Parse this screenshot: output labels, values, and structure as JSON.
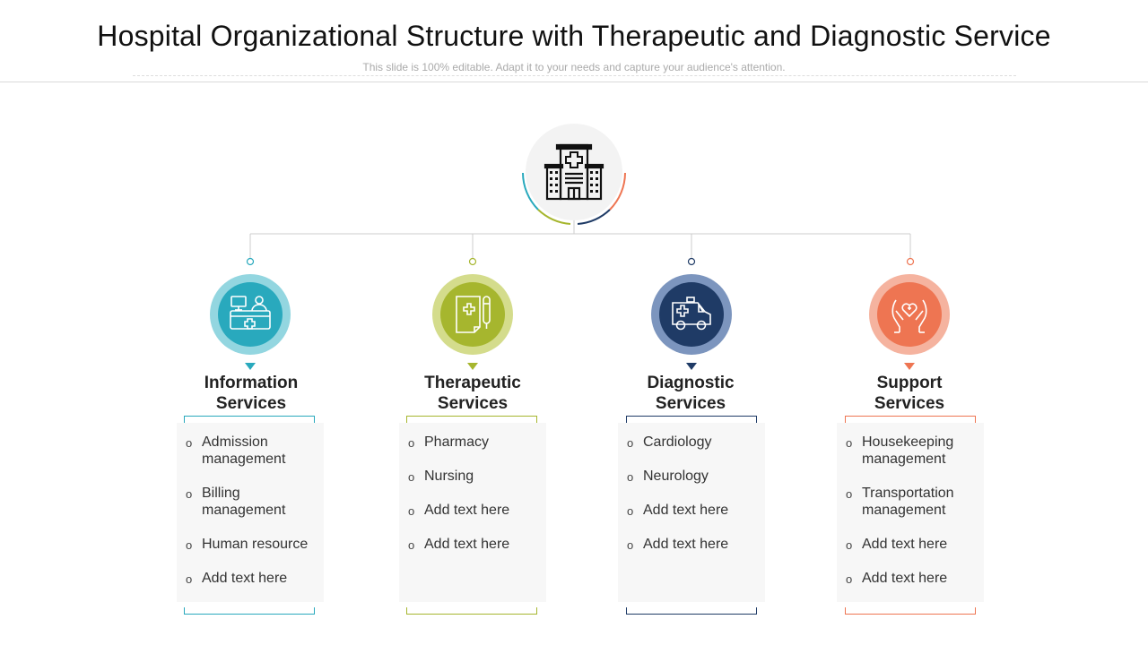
{
  "header": {
    "title": "Hospital Organizational Structure with Therapeutic and Diagnostic Service",
    "subtitle": "This slide is 100% editable. Adapt it to your needs and capture your audience's attention."
  },
  "hub": {
    "icon": "hospital-building-icon"
  },
  "branches": [
    {
      "title_line1": "Information",
      "title_line2": "Services",
      "icon": "reception-desk-icon",
      "color": "#29a9bd",
      "halo_color": "#93d6e0",
      "items": [
        "Admission management",
        "Billing management",
        "Human resource",
        "Add text here"
      ]
    },
    {
      "title_line1": "Therapeutic",
      "title_line2": "Services",
      "icon": "medical-report-icon",
      "color": "#a6b62e",
      "halo_color": "#d4dc8c",
      "items": [
        "Pharmacy",
        "Nursing",
        "Add text here",
        "Add text here"
      ]
    },
    {
      "title_line1": "Diagnostic",
      "title_line2": "Services",
      "icon": "ambulance-icon",
      "color": "#1f3b66",
      "halo_color": "#7c95be",
      "items": [
        "Cardiology",
        "Neurology",
        "Add text here",
        "Add text here"
      ]
    },
    {
      "title_line1": "Support",
      "title_line2": "Services",
      "icon": "caring-hands-icon",
      "color": "#ee7552",
      "halo_color": "#f5b39f",
      "items": [
        "Housekeeping management",
        "Transportation management",
        "Add text here",
        "Add text here"
      ]
    }
  ],
  "colors": {
    "connector": "#cccccc",
    "bullet_glyph": "o"
  }
}
